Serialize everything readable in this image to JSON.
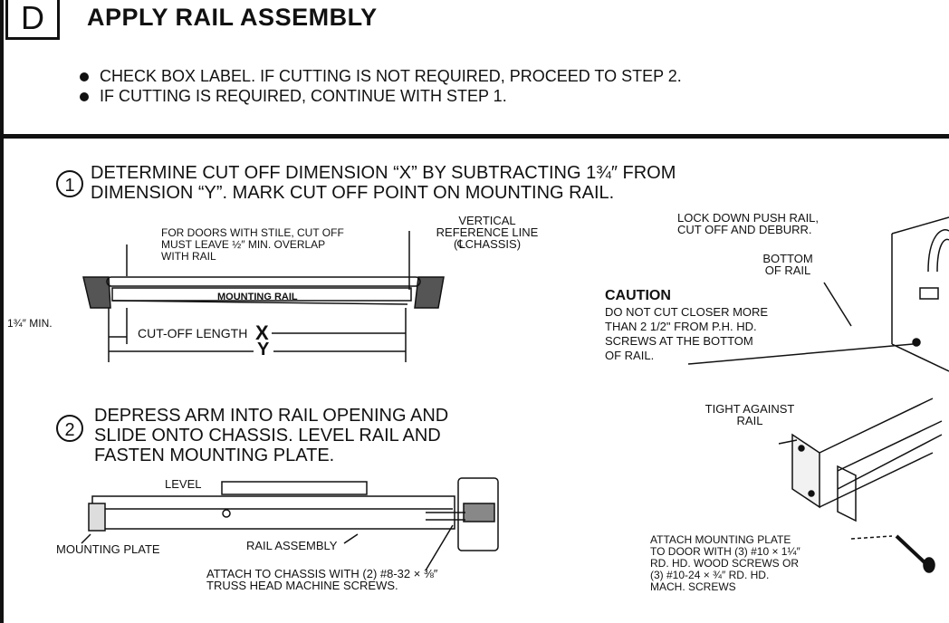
{
  "header": {
    "step_letter": "D",
    "title": "APPLY RAIL ASSEMBLY",
    "bullets": [
      "CHECK BOX LABEL. IF CUTTING IS NOT REQUIRED, PROCEED TO STEP 2.",
      "IF CUTTING IS REQUIRED, CONTINUE WITH STEP 1."
    ]
  },
  "step1": {
    "number": "1",
    "text_line1": "DETERMINE CUT OFF DIMENSION “X” BY SUBTRACTING 1¾″ FROM",
    "text_line2": "DIMENSION “Y”. MARK CUT OFF POINT ON MOUNTING RAIL.",
    "note_doors_line1": "FOR DOORS WITH STILE, CUT OFF",
    "note_doors_line2": "MUST LEAVE ½″ MIN. OVERLAP",
    "note_doors_line3": "WITH RAIL",
    "vertical_ref_line1": "VERTICAL",
    "vertical_ref_line2": "REFERENCE LINE",
    "vertical_ref_line3": "(℄CHASSIS)",
    "mounting_rail": "MOUNTING RAIL",
    "min_label": "1¾″ MIN.",
    "cutoff_label": "CUT-OFF LENGTH",
    "x_label": "X",
    "y_label": "Y",
    "lockdown_line1": "LOCK DOWN PUSH RAIL,",
    "lockdown_line2": "CUT OFF AND DEBURR.",
    "bottom_line1": "BOTTOM",
    "bottom_line2": "OF RAIL",
    "caution_title": "CAUTION",
    "caution_lines": [
      "DO NOT CUT CLOSER MORE",
      "THAN 2 1/2\" FROM P.H. HD.",
      "SCREWS AT THE BOTTOM",
      "OF RAIL."
    ]
  },
  "step2": {
    "number": "2",
    "text_lines": [
      "DEPRESS ARM INTO RAIL OPENING AND",
      "SLIDE ONTO CHASSIS. LEVEL RAIL AND",
      "FASTEN MOUNTING PLATE."
    ],
    "level": "LEVEL",
    "mounting_plate": "MOUNTING PLATE",
    "rail_assembly": "RAIL ASSEMBLY",
    "attach_chassis_line1": "ATTACH TO CHASSIS WITH (2) #8-32 × ⅜″",
    "attach_chassis_line2": "TRUSS HEAD MACHINE SCREWS.",
    "tight_line1": "TIGHT AGAINST",
    "tight_line2": "RAIL",
    "attach_plate_lines": [
      "ATTACH MOUNTING PLATE",
      "TO DOOR WITH (3) #10 × 1¼″",
      "RD. HD. WOOD SCREWS OR",
      "(3) #10-24 × ¾″ RD. HD.",
      "MACH. SCREWS"
    ]
  }
}
